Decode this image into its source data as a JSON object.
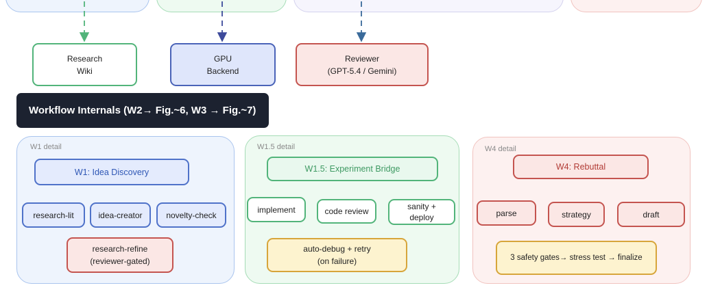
{
  "services": {
    "wiki": {
      "line1": "Research",
      "line2": "Wiki"
    },
    "gpu": {
      "line1": "GPU",
      "line2": "Backend"
    },
    "reviewer": {
      "line1": "Reviewer",
      "line2": "(GPT-5.4 / Gemini)"
    }
  },
  "section_header": "Workflow Internals (W2→ Fig.~6, W3 → Fig.~7)",
  "panels": {
    "w1": {
      "label": "W1 detail",
      "title": "W1: Idea Discovery",
      "steps": [
        "research-lit",
        "idea-creator",
        "novelty-check"
      ],
      "refine": {
        "line1": "research-refine",
        "line2": "(reviewer-gated)"
      }
    },
    "w15": {
      "label": "W1.5 detail",
      "title": "W1.5: Experiment Bridge",
      "steps": [
        "implement",
        "code review"
      ],
      "sanity": {
        "line1": "sanity +",
        "line2": "deploy"
      },
      "debug": {
        "line1": "auto-debug + retry",
        "line2": "(on failure)"
      }
    },
    "w4": {
      "label": "W4 detail",
      "title": "W4: Rebuttal",
      "steps": [
        "parse",
        "strategy",
        "draft"
      ],
      "gates": "3 safety gates→ stress test → finalize"
    }
  },
  "colors": {
    "blue": "#4a63b8",
    "green": "#52b47a",
    "red": "#c4544f",
    "orange": "#d7903a"
  }
}
